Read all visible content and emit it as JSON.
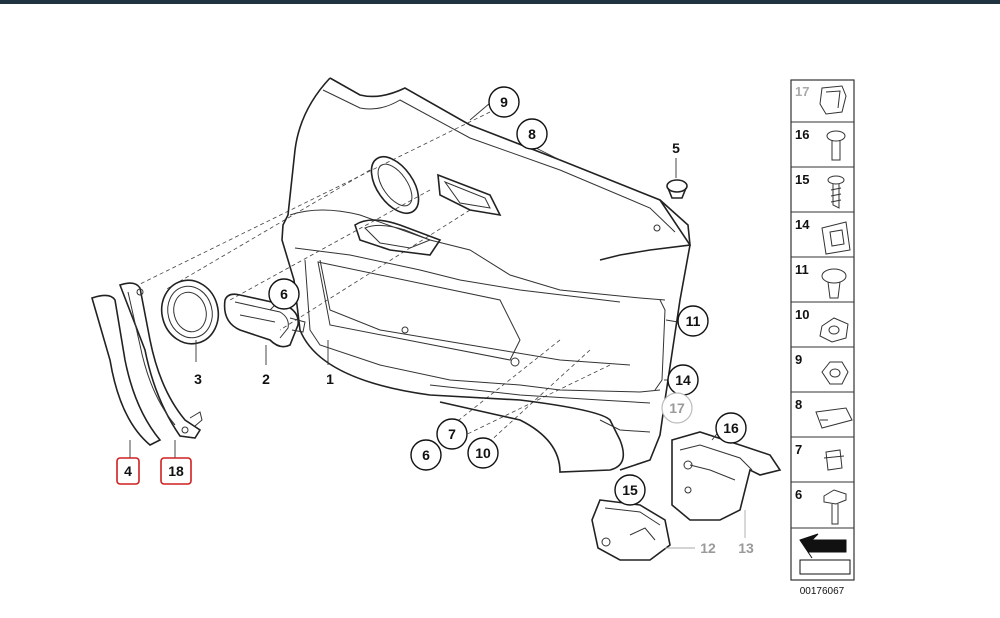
{
  "callouts": {
    "c9": "9",
    "c8": "8",
    "c5": "5",
    "c6a": "6",
    "c3": "3",
    "c2": "2",
    "c1": "1",
    "c4": "4",
    "c18": "18",
    "c11": "11",
    "c14": "14",
    "c17": "17",
    "c7": "7",
    "c6b": "6",
    "c10": "10",
    "c16": "16",
    "c15": "15",
    "c12": "12",
    "c13": "13"
  },
  "legend": {
    "items": [
      "17",
      "16",
      "15",
      "14",
      "11",
      "10",
      "9",
      "8",
      "7",
      "6"
    ],
    "code": "00176067"
  },
  "colors": {
    "highlight": "#d02020",
    "faded": "#9a9a9a"
  }
}
